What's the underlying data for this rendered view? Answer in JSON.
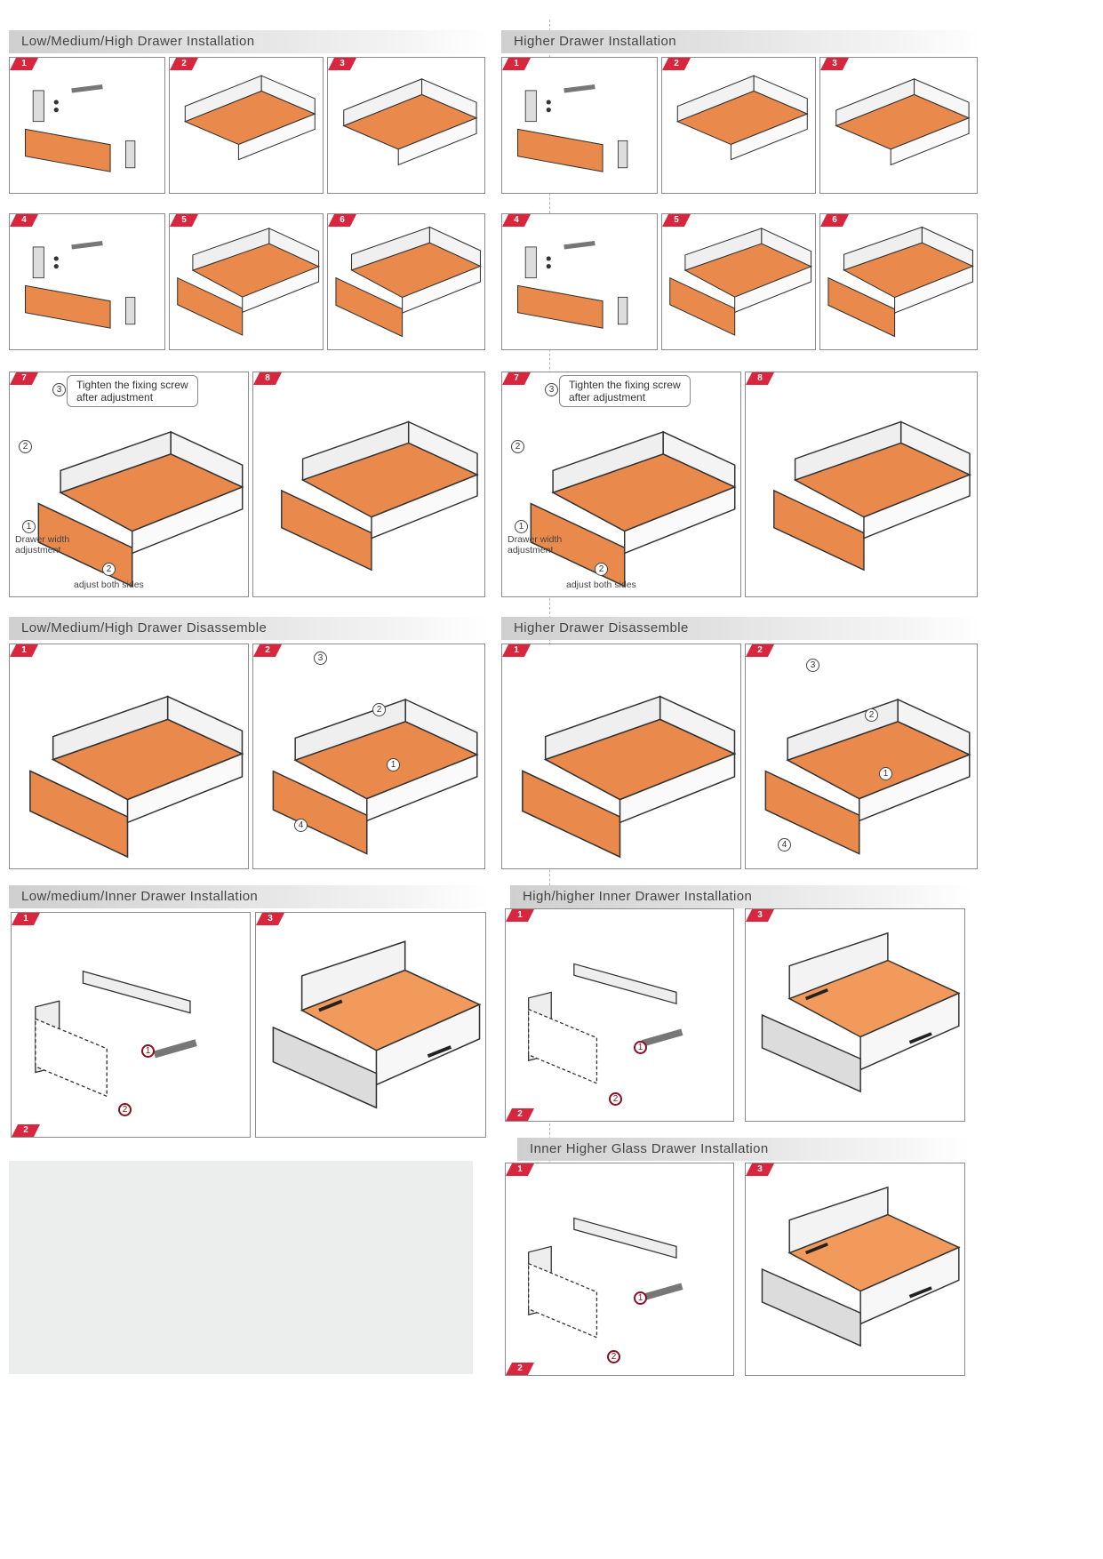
{
  "sections": {
    "lmh_install": "Low/Medium/High Drawer Installation",
    "higher_install": "Higher Drawer Installation",
    "lmh_disassemble": "Low/Medium/High Drawer Disassemble",
    "higher_disassemble": "Higher Drawer Disassemble",
    "lm_inner_install": "Low/medium/Inner Drawer Installation",
    "hh_inner_install": "High/higher Inner Drawer Installation",
    "inner_glass_install": "Inner Higher Glass Drawer Installation"
  },
  "step_numbers": [
    "1",
    "2",
    "3",
    "4",
    "5",
    "6",
    "7",
    "8"
  ],
  "annotations": {
    "tighten": "Tighten the fixing screw",
    "after_adjust": "after adjustment",
    "width_1": "Drawer width",
    "width_2": "adjustment",
    "both_sides": "adjust both sides"
  },
  "callouts": [
    "1",
    "2",
    "3",
    "4"
  ],
  "colors": {
    "front_panel": "#e98a4c",
    "accent_badge": "#d7263d",
    "header_gray": "#d4d4d4"
  },
  "icons": [
    "screw-icon",
    "arrow-icon",
    "magnifier-icon",
    "drawer-icon"
  ]
}
